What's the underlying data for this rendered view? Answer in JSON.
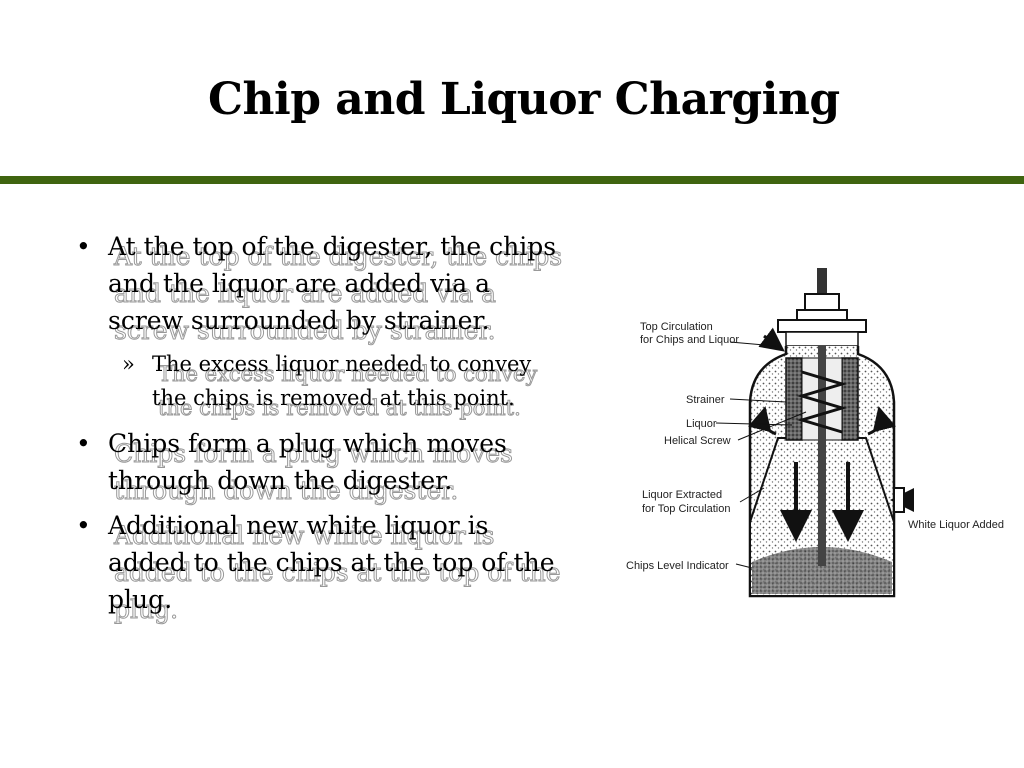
{
  "slide": {
    "title": "Chip and Liquor Charging",
    "accent_color": "#3f6410",
    "bullets": [
      {
        "marker": "•",
        "text": "At the top of the digester, the chips and the liquor are added via a screw surrounded by strainer."
      },
      {
        "marker": "»",
        "text": "The excess liquor needed to convey the chips is removed at this point."
      },
      {
        "marker": "•",
        "text": "Chips form a plug which moves through down the digester."
      },
      {
        "marker": "•",
        "text": "Additional new white liquor is added to the chips at the top of the plug."
      }
    ]
  },
  "diagram": {
    "labels": {
      "top_circulation_1": "Top Circulation",
      "top_circulation_2": "for Chips and Liquor",
      "strainer": "Strainer",
      "liquor": "Liquor",
      "helical_screw": "Helical Screw",
      "liquor_extracted_1": "Liquor Extracted",
      "liquor_extracted_2": "for Top Circulation",
      "chips_level": "Chips Level Indicator",
      "white_liquor": "White Liquor Added"
    }
  }
}
